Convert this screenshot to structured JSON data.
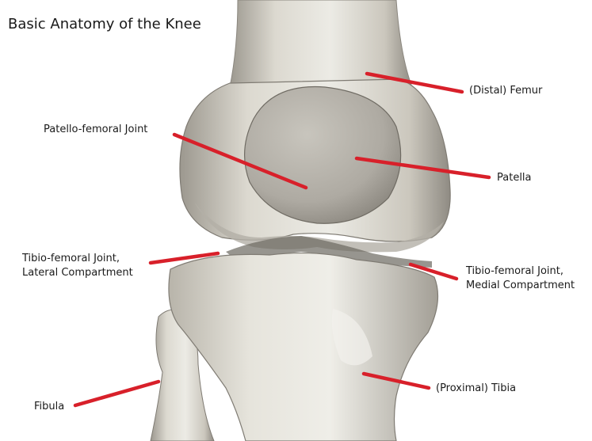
{
  "title": "Basic  Anatomy of the Knee",
  "labels": {
    "distal_femur": "(Distal) Femur",
    "patello_femoral": "Patello-femoral Joint",
    "patella": "Patella",
    "tf_lateral_line1": "Tibio-femoral Joint,",
    "tf_lateral_line2": "Lateral Compartment",
    "tf_medial_line1": "Tibio-femoral Joint,",
    "tf_medial_line2": "Medial Compartment",
    "fibula": "Fibula",
    "proximal_tibia": "(Proximal) Tibia"
  },
  "colors": {
    "leader": "#d8202a",
    "bone": "#e4e1d8",
    "bone_shadow": "#a9a59b",
    "patella": "#b9b6ae"
  }
}
